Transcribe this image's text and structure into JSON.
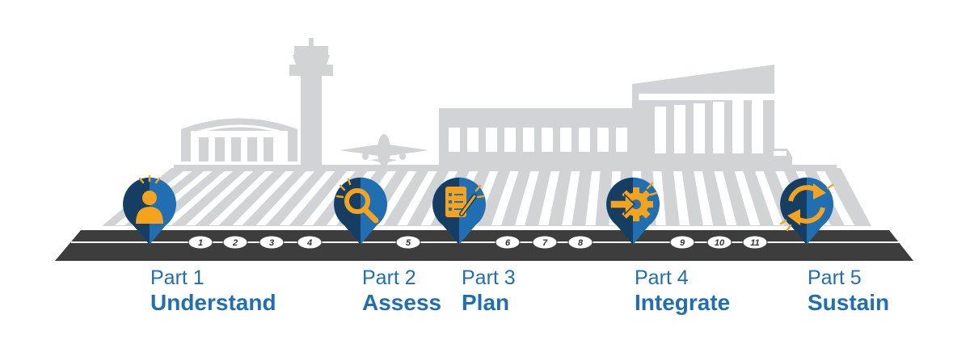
{
  "colors": {
    "building_gray": "#d1d3d5",
    "runway_dark": "#3d3d3d",
    "pin_blue": "#1f6fb2",
    "pin_navy": "#163e63",
    "icon_orange": "#f6a31c",
    "label_blue": "#1f6fb2"
  },
  "phases": [
    {
      "part": "Part 1",
      "name": "Understand",
      "icon": "person-alert-icon"
    },
    {
      "part": "Part 2",
      "name": "Assess",
      "icon": "magnifier-icon"
    },
    {
      "part": "Part 3",
      "name": "Plan",
      "icon": "checklist-pencil-icon"
    },
    {
      "part": "Part 4",
      "name": "Integrate",
      "icon": "gear-arrow-icon"
    },
    {
      "part": "Part 5",
      "name": "Sustain",
      "icon": "cycle-arrows-icon"
    }
  ],
  "stops": [
    "1",
    "2",
    "3",
    "4",
    "5",
    "6",
    "7",
    "8",
    "9",
    "10",
    "11"
  ]
}
